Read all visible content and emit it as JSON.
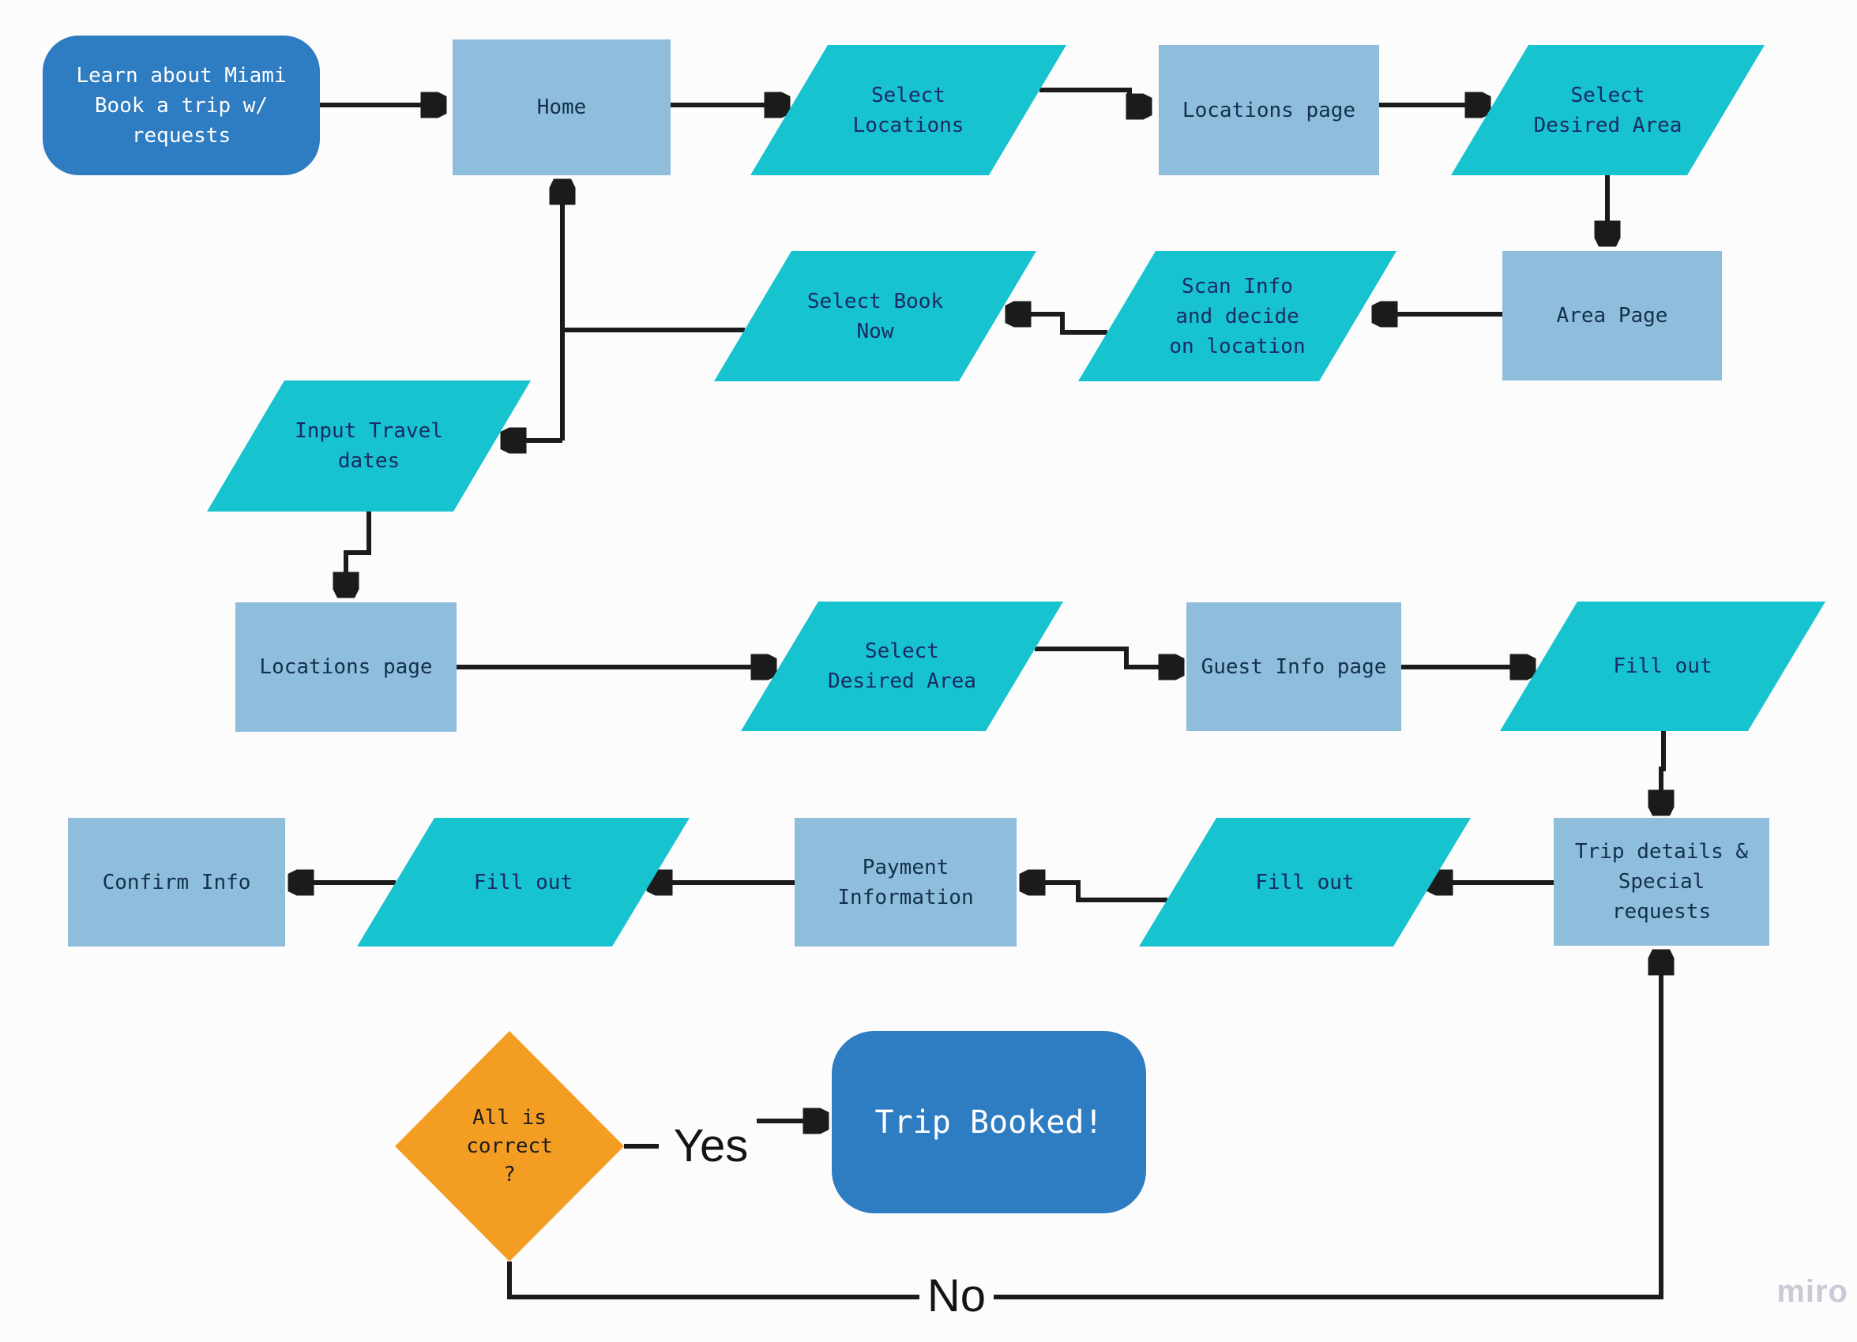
{
  "diagram": {
    "title_implicit": "Trip booking flow",
    "colors": {
      "background": "#fcfcfc",
      "process_fill": "#8fbddc",
      "io_fill": "#16c3cf",
      "terminator_fill": "#2e7cc1",
      "decision_fill": "#f49d23",
      "edge_stroke": "#1b1b1b",
      "watermark_gray": "#c8cad5"
    },
    "nodes": {
      "start": {
        "label": "Learn about Miami\nBook a trip w/\nrequests",
        "shape": "rounded-rectangle"
      },
      "home": {
        "label": "Home",
        "shape": "rectangle"
      },
      "select_locations": {
        "label": "Select\nLocations",
        "shape": "parallelogram"
      },
      "locations_page_1": {
        "label": "Locations page",
        "shape": "rectangle"
      },
      "select_desired_area_1": {
        "label": "Select\nDesired Area",
        "shape": "parallelogram"
      },
      "area_page": {
        "label": "Area Page",
        "shape": "rectangle"
      },
      "scan_info": {
        "label": "Scan Info\nand decide\non location",
        "shape": "parallelogram"
      },
      "select_book_now": {
        "label": "Select Book\nNow",
        "shape": "parallelogram"
      },
      "input_travel_dates": {
        "label": "Input Travel\ndates",
        "shape": "parallelogram"
      },
      "locations_page_2": {
        "label": "Locations page",
        "shape": "rectangle"
      },
      "select_desired_area_2": {
        "label": "Select\nDesired Area",
        "shape": "parallelogram"
      },
      "guest_info_page": {
        "label": "Guest Info page",
        "shape": "rectangle"
      },
      "fill_out_1": {
        "label": "Fill out",
        "shape": "parallelogram"
      },
      "trip_details": {
        "label": "Trip details &\nSpecial\nrequests",
        "shape": "rectangle"
      },
      "fill_out_2": {
        "label": "Fill out",
        "shape": "parallelogram"
      },
      "payment_information": {
        "label": "Payment\nInformation",
        "shape": "rectangle"
      },
      "fill_out_3": {
        "label": "Fill out",
        "shape": "parallelogram"
      },
      "confirm_info": {
        "label": "Confirm Info",
        "shape": "rectangle"
      },
      "all_is_correct": {
        "label": "All is\ncorrect\n?",
        "shape": "diamond"
      },
      "trip_booked": {
        "label": "Trip Booked!",
        "shape": "rounded-rectangle"
      }
    },
    "edge_labels": {
      "yes": "Yes",
      "no": "No"
    },
    "watermark": "miro"
  }
}
